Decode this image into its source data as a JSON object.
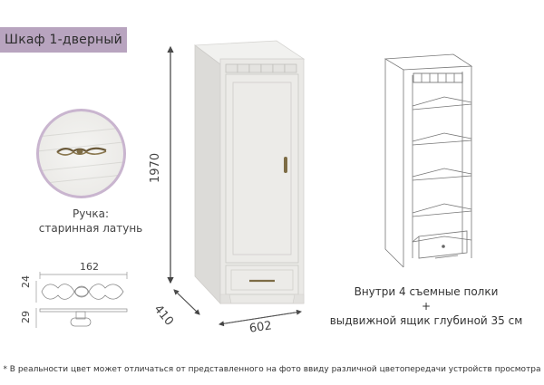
{
  "title": "Шкаф 1-дверный",
  "handle": {
    "caption_line1": "Ручка:",
    "caption_line2": "старинная латунь",
    "dimensions": {
      "width": "162",
      "height": "24",
      "depth": "29"
    }
  },
  "wardrobe": {
    "height": "1970",
    "depth": "410",
    "width": "602"
  },
  "interior": {
    "line1": "Внутри 4 съемные полки",
    "line2": "+",
    "line3": "выдвижной ящик глубиной 35 см"
  },
  "footnote": "* В реальности цвет может отличаться от представленного на фото ввиду различной цветопередачи устройств просмотра",
  "colors": {
    "banner": "#b8a4bf",
    "circle_border": "#c9b5cf",
    "cabinet": "#e9e8e5"
  }
}
